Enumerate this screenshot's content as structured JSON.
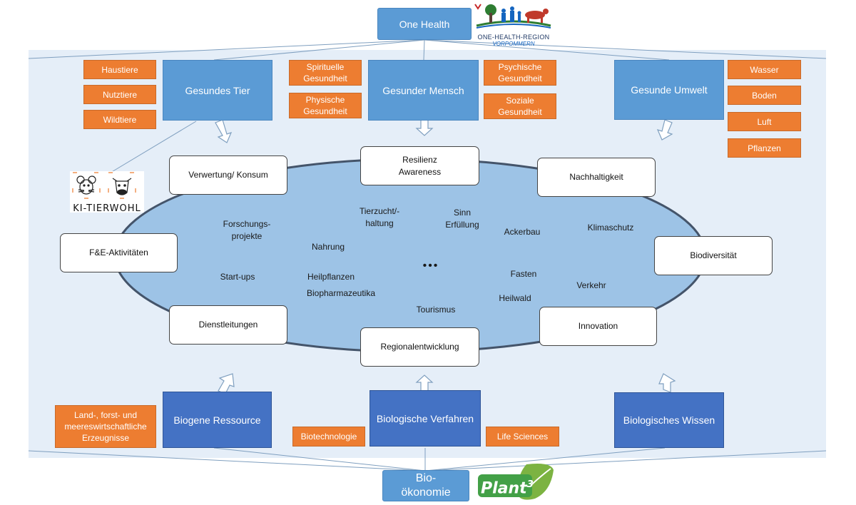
{
  "top": {
    "one_health": "One Health",
    "region_logo": {
      "line1": "ONE-HEALTH-REGION",
      "line2": "VORPOMMERN"
    }
  },
  "health_boxes": {
    "tier": "Gesundes Tier",
    "mensch": "Gesunder Mensch",
    "umwelt": "Gesunde Umwelt"
  },
  "tier_tags": [
    "Haustiere",
    "Nutztiere",
    "Wildtiere"
  ],
  "mensch_tags": {
    "spirituell": "Spirituelle\nGesundheit",
    "physisch": "Physische\nGesundheit",
    "psychisch": "Psychische\nGesundheit",
    "sozial": "Soziale\nGesundheit"
  },
  "umwelt_tags": [
    "Wasser",
    "Boden",
    "Luft",
    "Pflanzen"
  ],
  "ki_logo": {
    "text": "KI-TIERWOHL"
  },
  "ring_boxes": {
    "verwertung": "Verwertung/ Konsum",
    "resilienz": "Resilienz\nAwareness",
    "nachhaltigkeit": "Nachhaltigkeit",
    "fue": "F&E-Aktivitäten",
    "biodiversitaet": "Biodiversität",
    "dienstleitungen": "Dienstleitungen",
    "regionalentwicklung": "Regionalentwicklung",
    "innovation": "Innovation"
  },
  "ellipse_words": {
    "forschung": "Forschungs-\nprojekte",
    "tierzucht": "Tierzucht/-\nhaltung",
    "sinn": "Sinn\nErfüllung",
    "ackerbau": "Ackerbau",
    "klimaschutz": "Klimaschutz",
    "nahrung": "Nahrung",
    "startups": "Start-ups",
    "heilpflanzen": "Heilpflanzen",
    "biopharma": "Biopharmazeutika",
    "ellipsis": "•••",
    "fasten": "Fasten",
    "verkehr": "Verkehr",
    "heilwald": "Heilwald",
    "tourismus": "Tourismus"
  },
  "bio_boxes": {
    "ressource": "Biogene Ressource",
    "verfahren": "Biologische Verfahren",
    "wissen": "Biologisches Wissen"
  },
  "bio_tags": {
    "land": "Land-, forst- und\nmeereswirtschaftliche\nErzeugnisse",
    "biotech": "Biotechnologie",
    "life": "Life Sciences"
  },
  "bottom": {
    "biooekonomie": "Bio-\nökonomie",
    "plant_logo": {
      "text": "Plant",
      "sup": "3"
    }
  },
  "colors": {
    "light_blue": "#5b9bd5",
    "dark_blue": "#4472c4",
    "orange": "#ed7d31",
    "ellipse_fill": "#9dc3e6",
    "panel": "#e5eef8"
  }
}
